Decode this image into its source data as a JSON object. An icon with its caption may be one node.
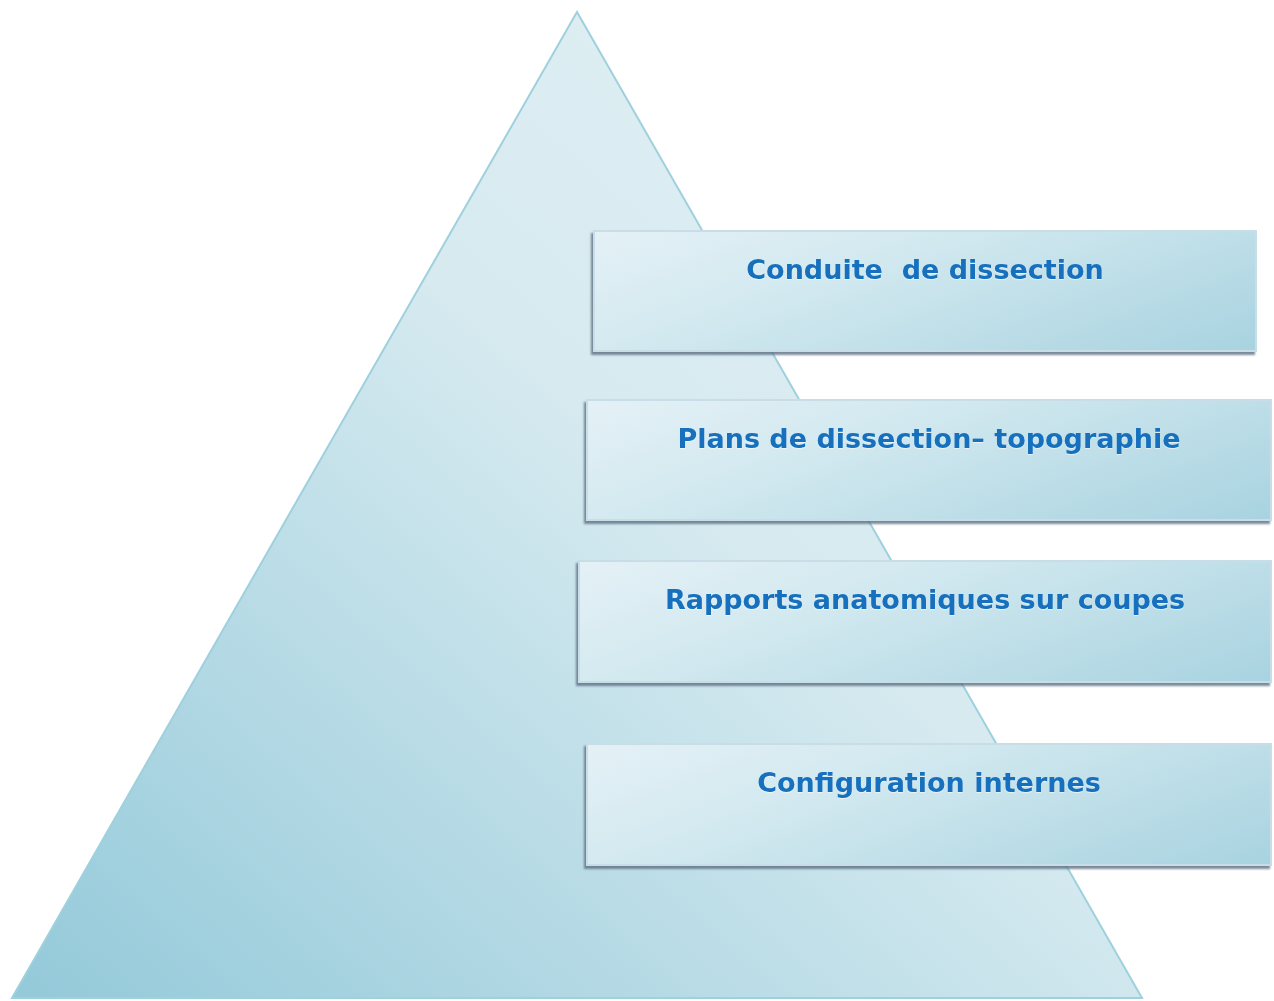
{
  "diagram": {
    "nodes": [
      {
        "text": [],
        "shape": "triangle"
      },
      {
        "text": [
          "Conduite  de dissection"
        ]
      },
      {
        "text": [
          "Plans de dissection– topographie"
        ]
      },
      {
        "text": [
          "Rapports anatomiques sur coupes"
        ]
      },
      {
        "text": [
          "Configuration internes"
        ]
      }
    ]
  }
}
